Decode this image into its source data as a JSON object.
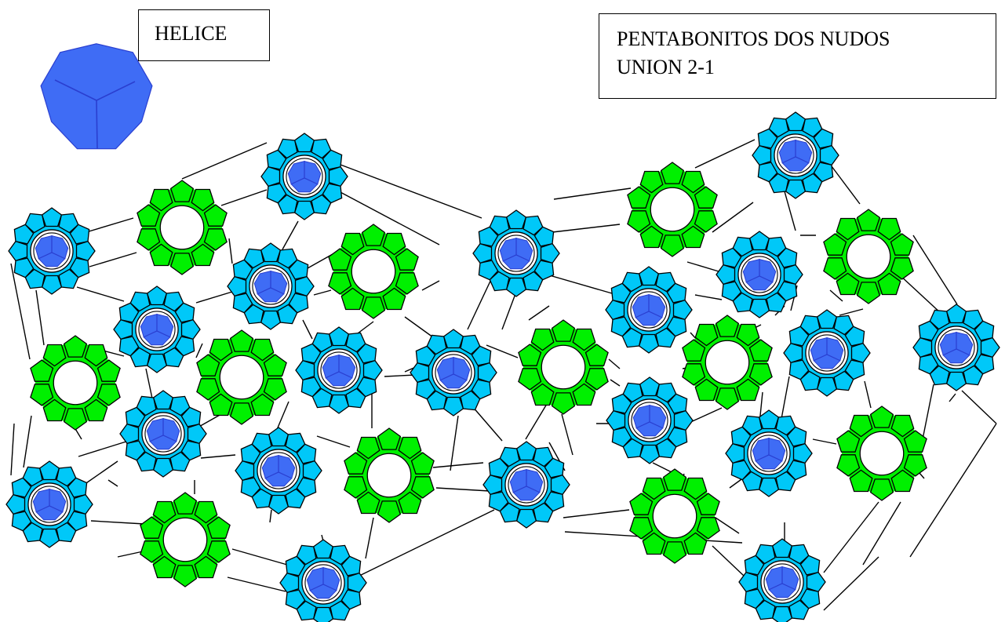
{
  "labels": {
    "helice": "HELICE",
    "title_line1": "PENTABONITOS DOS NUDOS",
    "title_line2": "UNION 2-1"
  },
  "colors": {
    "ring_outer": "#00c8f8",
    "ring_green": "#00f000",
    "core_blue": "#3f6cf5",
    "stroke": "#000000",
    "core_stroke": "#2a3fd0"
  },
  "icons": {
    "helice": "helice-pentagon-icon",
    "blue_ring": "blue-pentagon-ring-icon",
    "green_ring": "green-pentagon-ring-icon"
  }
}
